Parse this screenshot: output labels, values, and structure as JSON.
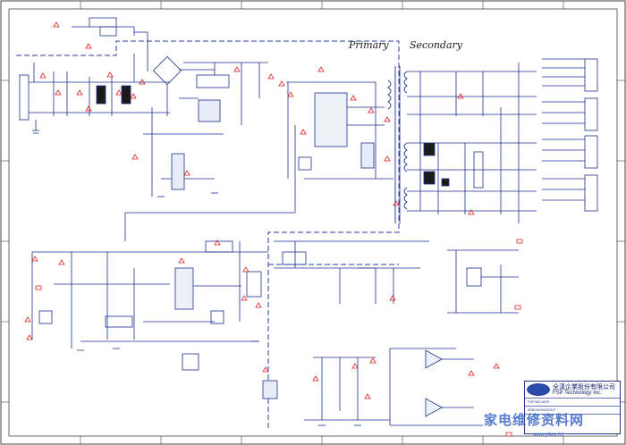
{
  "sections": {
    "primary": "Primary",
    "secondary": "Secondary"
  },
  "title_block": {
    "company_cn": "全漢企業股份有限公司",
    "company_en": "FSP Technology Inc.",
    "title_line": "FSP400-60GI",
    "doc_no": "30BC0000310CP"
  },
  "watermark": {
    "text": "家电维修资料网",
    "url": "www.jdwx.cn"
  },
  "colors": {
    "wire": "#1e2f8c",
    "frame": "#333333",
    "warning": "#e02020",
    "part": "#1a1a1a",
    "dash": "#2a3fa0"
  }
}
